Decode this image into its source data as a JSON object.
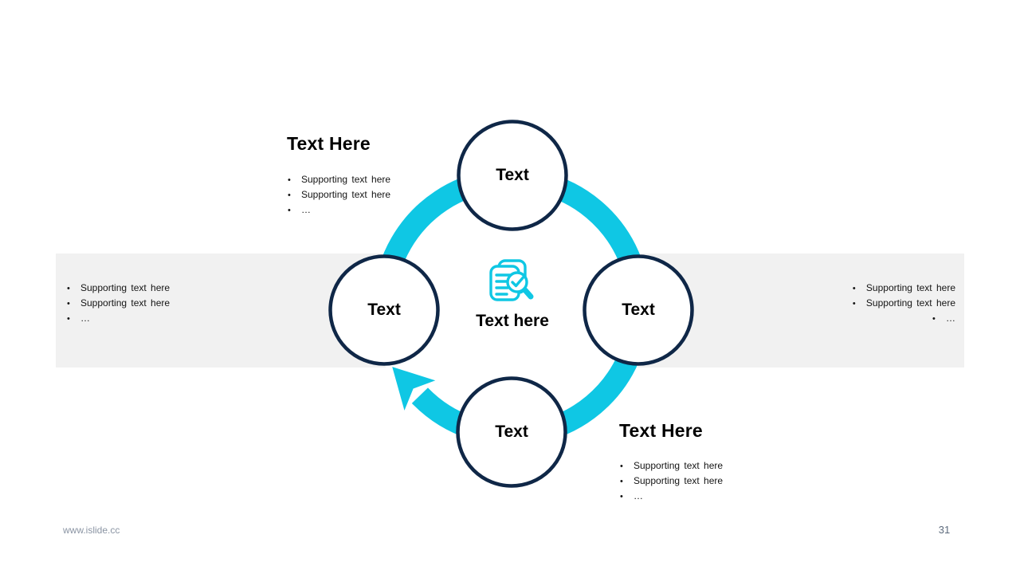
{
  "slide": {
    "footer_url": "www.islide.cc",
    "page_number": "31"
  },
  "colors": {
    "accent_cyan": "#0fc7e4",
    "navy": "#0f2747",
    "band_gray": "#f1f1f1"
  },
  "diagram": {
    "type": "cycle",
    "direction": "clockwise",
    "center": {
      "icon": "document-search-check-icon",
      "label": "Text here"
    },
    "nodes": [
      {
        "position": "top",
        "label": "Text"
      },
      {
        "position": "left",
        "label": "Text"
      },
      {
        "position": "right",
        "label": "Text"
      },
      {
        "position": "bottom",
        "label": "Text"
      }
    ]
  },
  "callouts": {
    "top_left": {
      "title": "Text Here",
      "bullet_char": "•",
      "bullets": [
        "Supporting text here",
        "Supporting text here",
        "…"
      ]
    },
    "left": {
      "bullet_char": "•",
      "bullets": [
        "Supporting text here",
        "Supporting text here",
        "…"
      ]
    },
    "right": {
      "bullet_char": "•",
      "bullets": [
        "Supporting text here",
        "Supporting text here",
        "…"
      ]
    },
    "bottom_right": {
      "title": "Text Here",
      "bullet_char": "•",
      "bullets": [
        "Supporting text here",
        "Supporting text here",
        "…"
      ]
    }
  }
}
